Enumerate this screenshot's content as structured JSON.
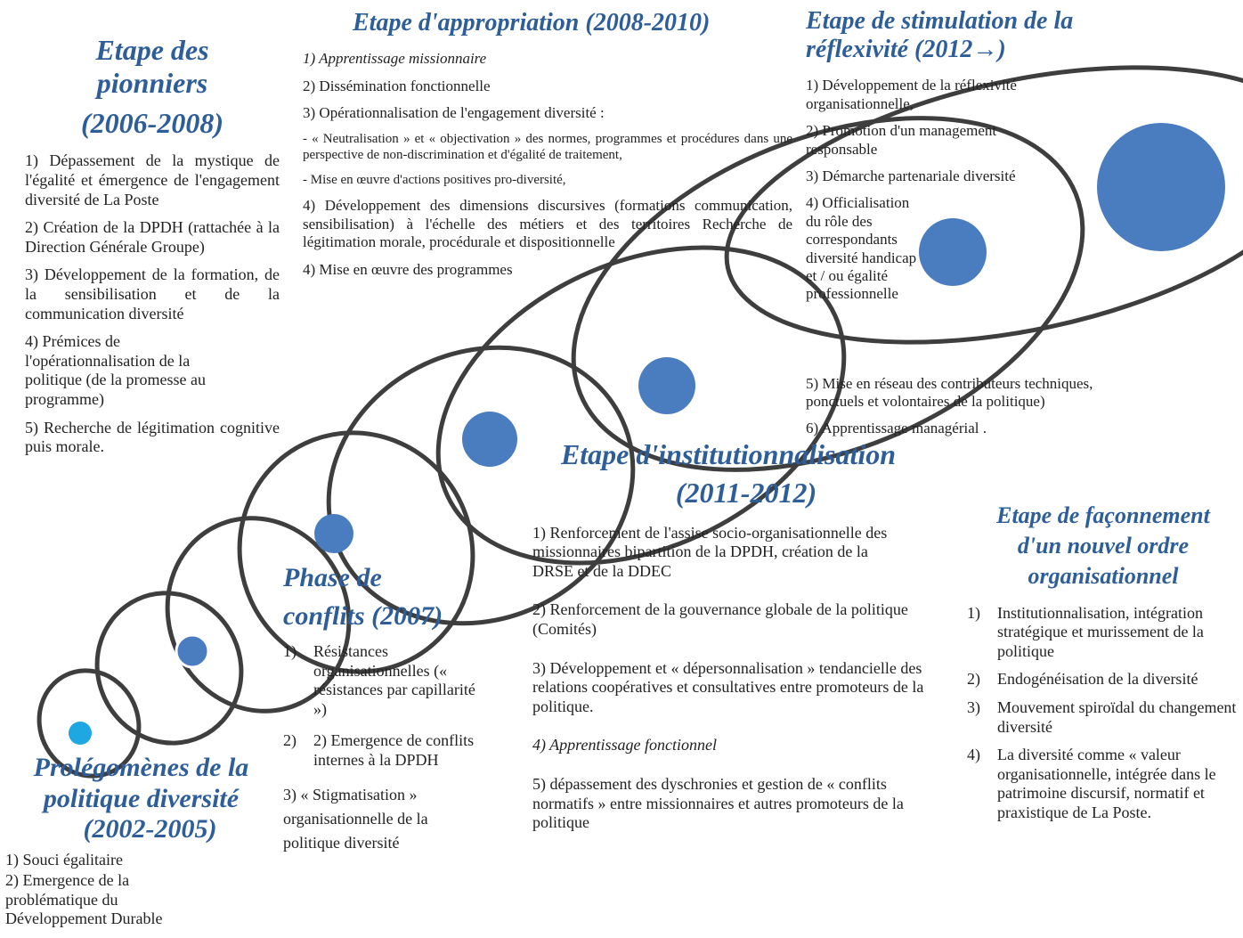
{
  "stages": {
    "pionniers": {
      "title": [
        "Etape des",
        "pionniers",
        "(2006-2008)"
      ],
      "items": [
        "1) Dépassement de la mystique de l'égalité et émergence de l'engagement diversité de La Poste",
        "2) Création de la DPDH (rattachée à la Direction Générale Groupe)",
        "3) Développement de la formation, de la sensibilisation et de la communication diversité",
        "4) Prémices de l'opérationnalisation de la politique (de la promesse au programme)",
        "5) Recherche de légitimation cognitive puis morale."
      ]
    },
    "appropriation": {
      "title": "Etape d'appropriation (2008-2010)",
      "items": [
        "1) Apprentissage missionnaire",
        "2) Dissémination fonctionnelle",
        "3) Opérationnalisation de l'engagement diversité :",
        "- « Neutralisation » et « objectivation » des normes, programmes et procédures dans une perspective de non-discrimination et d'égalité de traitement,",
        "- Mise en œuvre d'actions positives pro-diversité,",
        "4) Développement des dimensions discursives (formations communication, sensibilisation) à l'échelle des métiers et des territoires Recherche de légitimation morale, procédurale et dispositionnelle",
        "4) Mise en œuvre des programmes"
      ]
    },
    "reflexivite": {
      "title": [
        "Etape de stimulation de la",
        "réflexivité (2012→)"
      ],
      "items": [
        "1) Développement de la réflexivité organisationnelle,",
        "2) Promotion d'un management responsable",
        "3) Démarche partenariale diversité",
        "4) Officialisation du rôle des correspondants diversité handicap et / ou égalité professionnelle",
        "5) Mise en réseau des contributeurs techniques, ponctuels et volontaires de la politique)",
        "6) Apprentissage managérial ."
      ]
    },
    "institutionnalisation": {
      "title": [
        "Etape d'institutionnalisation",
        "(2011-2012)"
      ],
      "items": [
        "1) Renforcement de l'assise socio-organisationnelle des missionnaires bipartition de la DPDH, création de la DRSE et de la DDEC",
        "2) Renforcement de la gouvernance globale de la politique (Comités)",
        "3) Développement et « dépersonnalisation » tendancielle des relations coopératives et consultatives entre promoteurs de la politique.",
        "4) Apprentissage fonctionnel",
        "5) dépassement des dyschronies et gestion de « conflits normatifs » entre missionnaires et autres promoteurs de la politique"
      ]
    },
    "conflits": {
      "title": [
        "Phase de",
        "conflits (2007)"
      ],
      "items": [
        {
          "num": "1)",
          "text": "Résistances organisationnelles (« résistances par capillarité »)"
        },
        {
          "num": "2)",
          "text": "2) Emergence de conflits internes à la DPDH"
        }
      ],
      "extra": "3) « Stigmatisation » organisationnelle de la politique diversité"
    },
    "prolegomenes": {
      "title": [
        "Prolégomènes de la",
        "politique diversité",
        "(2002-2005)"
      ],
      "items": [
        "1) Souci égalitaire",
        "2) Emergence de la problématique du Développement Durable"
      ]
    },
    "faconnement": {
      "title": [
        "Etape de façonnement",
        "d'un nouvel ordre",
        "organisationnel"
      ],
      "items": [
        {
          "num": "1)",
          "text": "Institutionnalisation, intégration stratégique et murissement de la politique"
        },
        {
          "num": "2)",
          "text": "Endogénéisation de la diversité"
        },
        {
          "num": "3)",
          "text": "Mouvement spiroïdal du changement diversité"
        },
        {
          "num": "4)",
          "text": "La diversité comme « valeur organisationnelle, intégrée dans le patrimoine discursif, normatif et praxistique de La Poste."
        }
      ]
    }
  },
  "colors": {
    "title": "#2e5e9a",
    "circle": "#4a7cc0",
    "circle_small": "#1ea7e0",
    "spiral": "#2a2a2a"
  }
}
